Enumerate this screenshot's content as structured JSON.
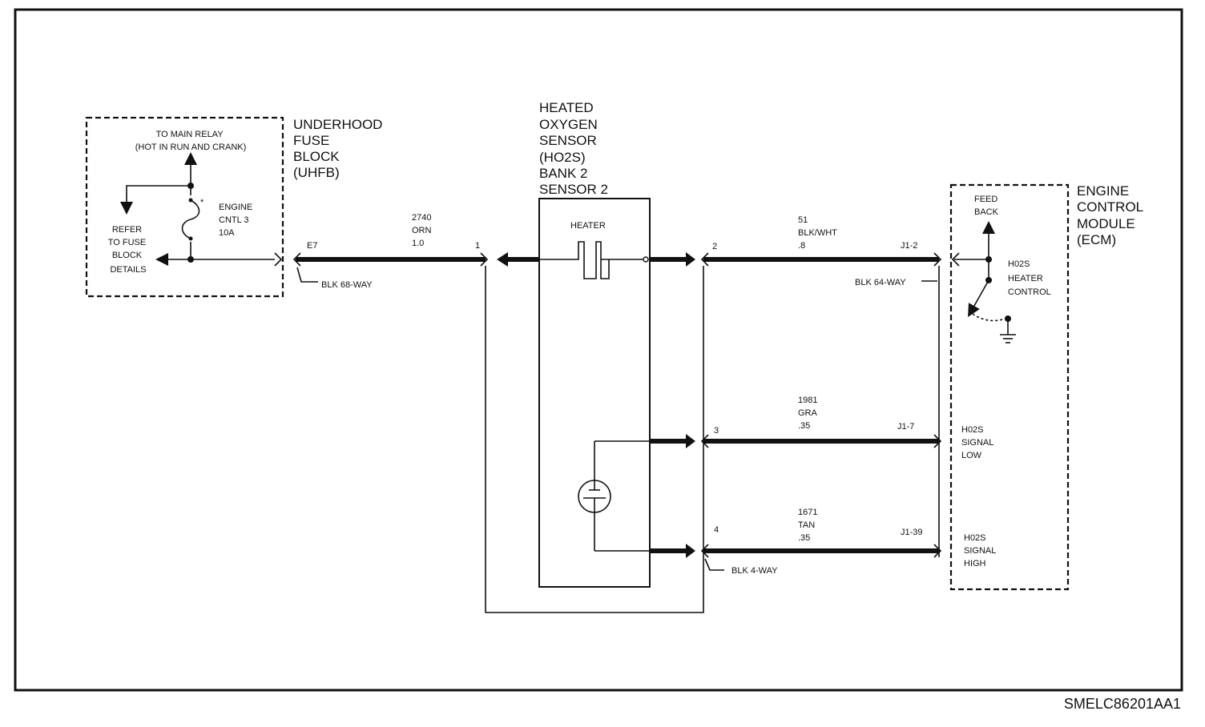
{
  "uhfb": {
    "title_lines": [
      "UNDERHOOD",
      "FUSE",
      "BLOCK",
      "(UHFB)"
    ],
    "to_main_relay": [
      "TO MAIN RELAY",
      "(HOT IN RUN AND CRANK)"
    ],
    "refer": [
      "REFER",
      "TO FUSE",
      "BLOCK",
      "DETAILS"
    ],
    "fuse_label": [
      "ENGINE",
      "CNTL 3",
      "10A"
    ],
    "fuse_mark": "*"
  },
  "sensor": {
    "title_lines": [
      "HEATED",
      "OXYGEN",
      "SENSOR",
      "(HO2S)",
      "BANK 2",
      "SENSOR 2"
    ],
    "heater_label": "HEATER"
  },
  "ecm": {
    "title_lines": [
      "ENGINE",
      "CONTROL",
      "MODULE",
      "(ECM)"
    ],
    "feedback": [
      "FEED",
      "BACK"
    ],
    "heater_control": [
      "H02S",
      "HEATER",
      "CONTROL"
    ],
    "signal_low": [
      "H02S",
      "SIGNAL",
      "LOW"
    ],
    "signal_high": [
      "H02S",
      "SIGNAL",
      "HIGH"
    ]
  },
  "connectors": {
    "uhfb_pin": "E7",
    "uhfb_conn": "BLK 68-WAY",
    "sensor_pin1": "1",
    "sensor_pin2": "2",
    "sensor_pin3": "3",
    "sensor_pin4": "4",
    "sensor_conn": "BLK 4-WAY",
    "ecm_conn": "BLK 64-WAY",
    "ecm_pin_heater": "J1-2",
    "ecm_pin_low": "J1-7",
    "ecm_pin_high": "J1-39"
  },
  "wires": {
    "feed": [
      "2740",
      "ORN",
      "1.0"
    ],
    "heater_ctrl": [
      "51",
      "BLK/WHT",
      ".8"
    ],
    "signal_low": [
      "1981",
      "GRA",
      ".35"
    ],
    "signal_high": [
      "1671",
      "TAN",
      ".35"
    ]
  },
  "figure_id": "SMELC86201AA1"
}
